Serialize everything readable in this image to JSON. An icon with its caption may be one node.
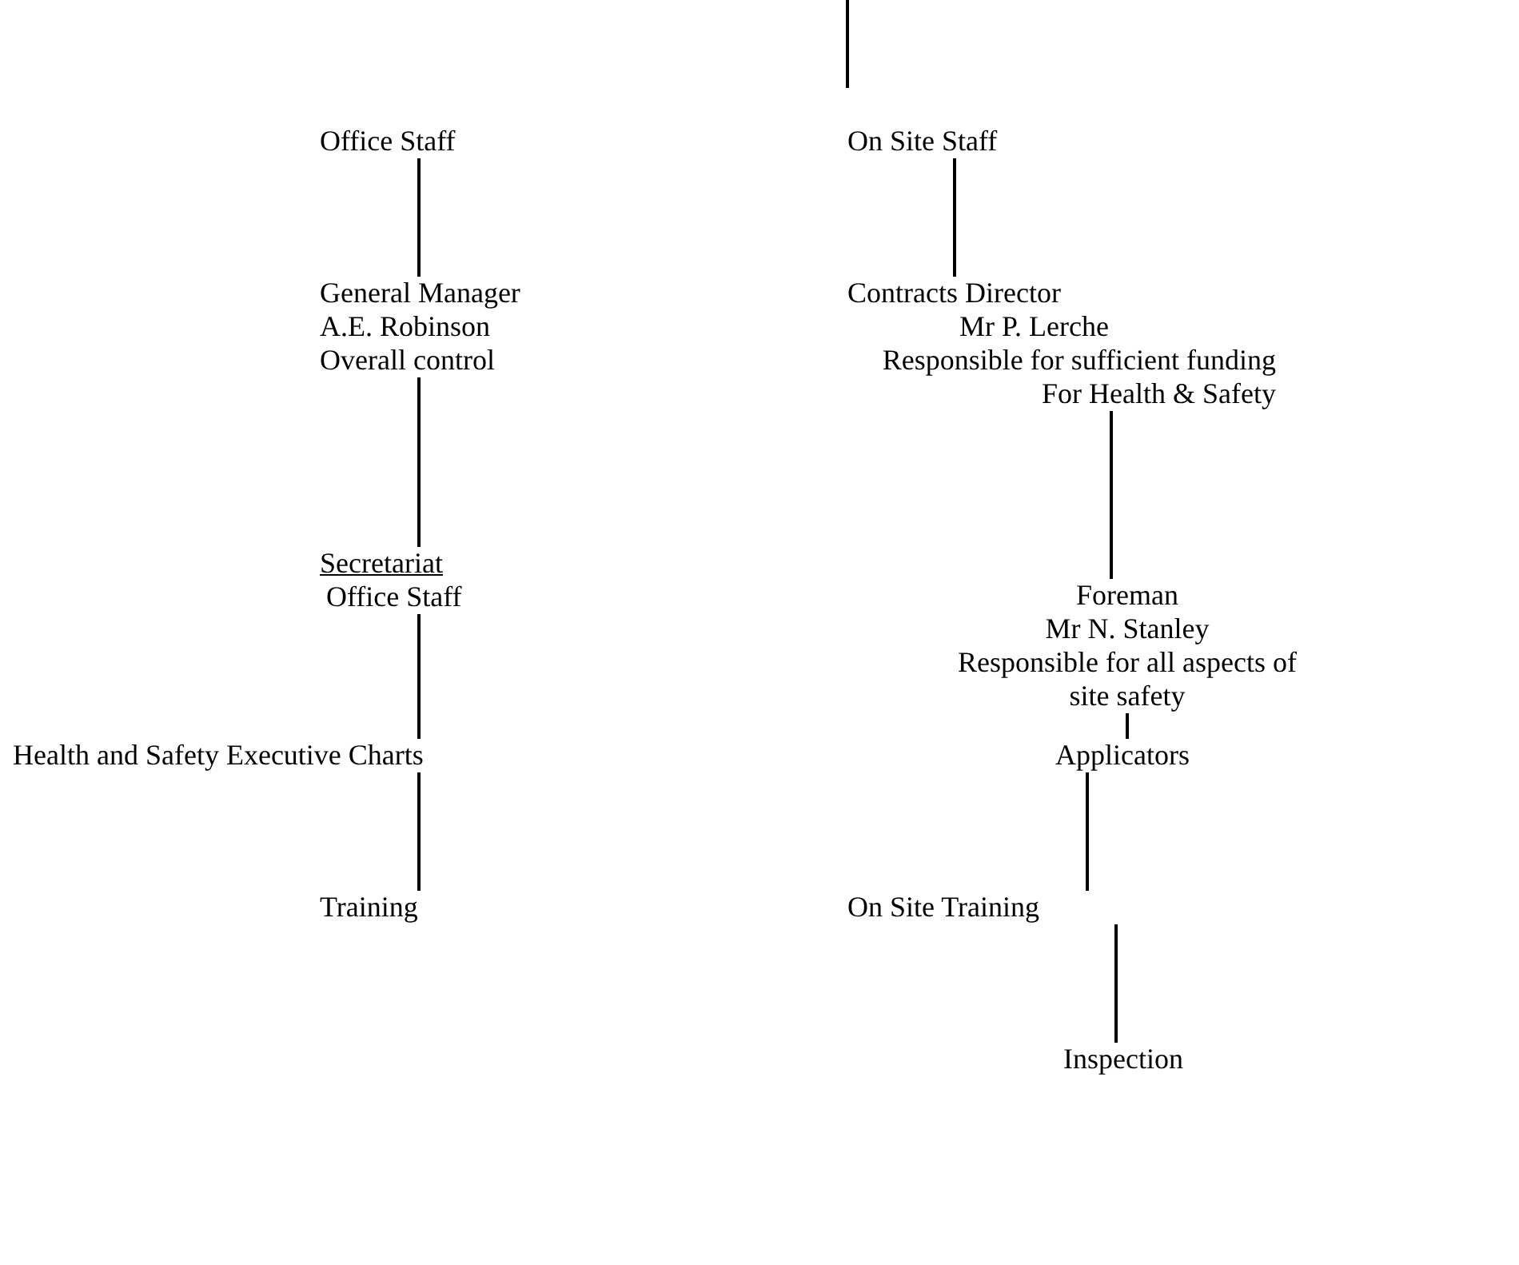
{
  "diagram": {
    "nodes": [
      {
        "text": [
          "Office Staff"
        ]
      },
      {
        "text": [
          "On Site Staff"
        ]
      },
      {
        "text": [
          "General Manager",
          "A.E. Robinson",
          "Overall control"
        ]
      },
      {
        "text": [
          "Contracts Director",
          "Mr P. Lerche",
          "Responsible for sufficient funding For Health & Safety"
        ]
      },
      {
        "text": [
          "Secretariat",
          "Office Staff"
        ]
      },
      {
        "text": [
          "Foreman",
          "Mr N. Stanley",
          "Responsible for all aspects of site safety"
        ]
      },
      {
        "text": [
          "Health and Safety Executive Charts"
        ]
      },
      {
        "text": [
          "Applicators"
        ]
      },
      {
        "text": [
          "Training"
        ]
      },
      {
        "text": [
          "On Site Training"
        ]
      },
      {
        "text": [
          "Inspection"
        ]
      }
    ],
    "edges": [
      {
        "from": 0,
        "to": 2,
        "arrow": "none"
      },
      {
        "from": 2,
        "to": 4,
        "arrow": "none"
      },
      {
        "from": 4,
        "to": 6,
        "arrow": "none"
      },
      {
        "from": 6,
        "to": 8,
        "arrow": "none"
      },
      {
        "from": 1,
        "to": 3,
        "arrow": "none"
      },
      {
        "from": 3,
        "to": 5,
        "arrow": "none"
      },
      {
        "from": 5,
        "to": 7,
        "arrow": "none"
      },
      {
        "from": 7,
        "to": 9,
        "arrow": "none"
      },
      {
        "from": 9,
        "to": 10,
        "arrow": "none"
      }
    ]
  }
}
